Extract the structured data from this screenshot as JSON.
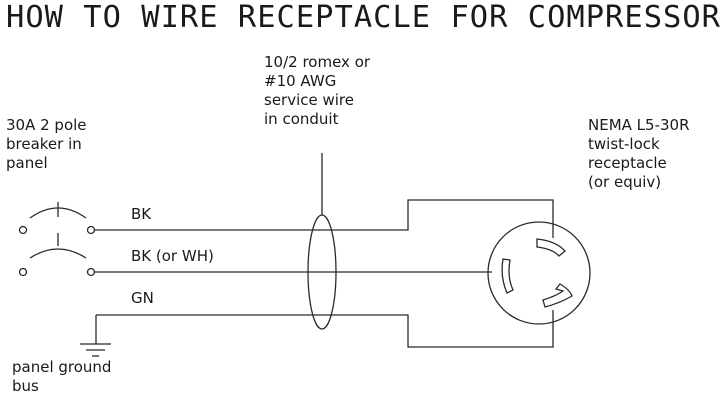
{
  "title": "HOW TO WIRE RECEPTACLE FOR COMPRESSOR",
  "annotations": {
    "breaker": [
      "30A 2 pole",
      "breaker in",
      "panel"
    ],
    "cable": [
      "10/2 romex or",
      "#10 AWG",
      "service wire",
      "in conduit"
    ],
    "receptacle": [
      "NEMA L5-30R",
      "twist-lock",
      "receptacle",
      "(or equiv)"
    ],
    "ground": [
      "panel ground",
      "bus"
    ]
  },
  "wires": [
    {
      "label": "BK"
    },
    {
      "label": "BK (or WH)"
    },
    {
      "label": "GN"
    }
  ],
  "colors": {
    "ink": "#1a1a1a",
    "background": "#ffffff"
  }
}
